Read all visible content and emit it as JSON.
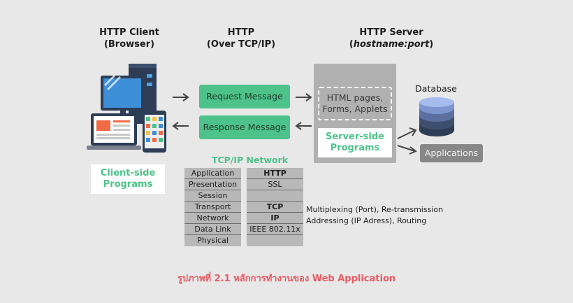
{
  "headers": {
    "client_line1": "HTTP Client",
    "client_line2": "(Browser)",
    "http_line1": "HTTP",
    "http_line2": "(Over TCP/IP)",
    "server_line1": "HTTP Server",
    "server_line2_open": "(",
    "server_line2_italic": "hostname:port",
    "server_line2_close": ")"
  },
  "messages": {
    "request": "Request Message",
    "response": "Response Message"
  },
  "server": {
    "pages_line1": "HTML pages,",
    "pages_line2": "Forms, Applets",
    "programs_line1": "Server-side",
    "programs_line2": "Programs"
  },
  "database_label": "Database",
  "applications_label": "Applications",
  "client_programs_line1": "Client-side",
  "client_programs_line2": "Programs",
  "tcpip_title": "TCP/IP Network",
  "layers": [
    "Application",
    "Presentation",
    "Session",
    "Transport",
    "Network",
    "Data Link",
    "Physical"
  ],
  "protocols": [
    "HTTP",
    "SSL",
    "",
    "TCP",
    "IP",
    "IEEE 802.11x"
  ],
  "notes": {
    "transport": "Multiplexing (Port), Re-transmission",
    "network": "Addressing (IP Adress), Routing"
  },
  "caption": "รูปภาพที่ 2.1 หลักการทำงานของ Web Application",
  "colors": {
    "accent_green": "#4dc28a",
    "caption_red": "#e85a62",
    "background": "#e8e8e8"
  }
}
